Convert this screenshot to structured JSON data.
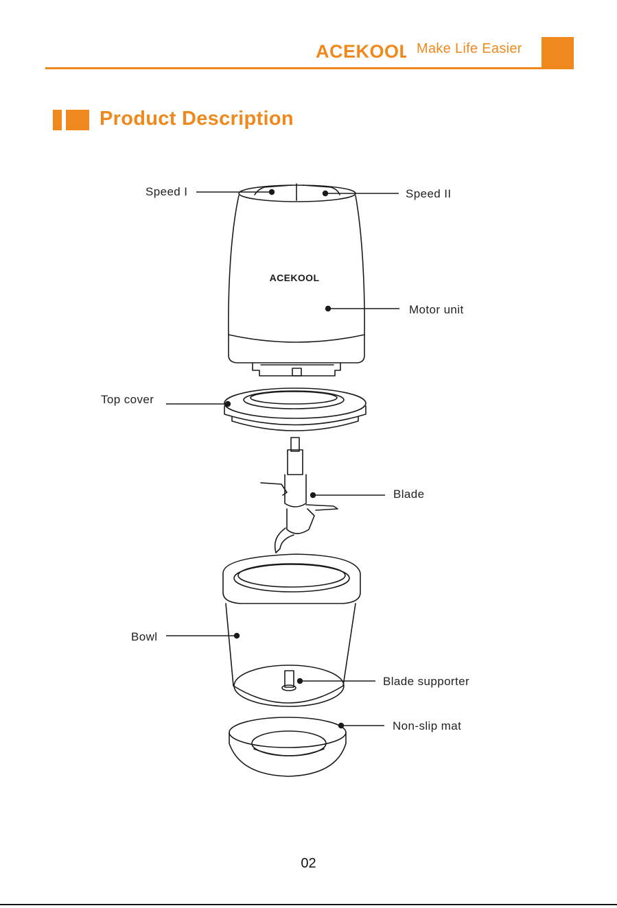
{
  "header": {
    "brand": "ACEKOOL",
    "tagline": "Make Life Easier",
    "accent_color": "#f0891d"
  },
  "section": {
    "title": "Product Description"
  },
  "diagram": {
    "product_logo": "ACEKOOL",
    "labels": {
      "speed_1": "Speed I",
      "speed_2": "Speed II",
      "motor_unit": "Motor unit",
      "top_cover": "Top cover",
      "blade": "Blade",
      "bowl": "Bowl",
      "blade_supporter": "Blade supporter",
      "non_slip_mat": "Non-slip mat"
    }
  },
  "footer": {
    "page_number": "02"
  }
}
